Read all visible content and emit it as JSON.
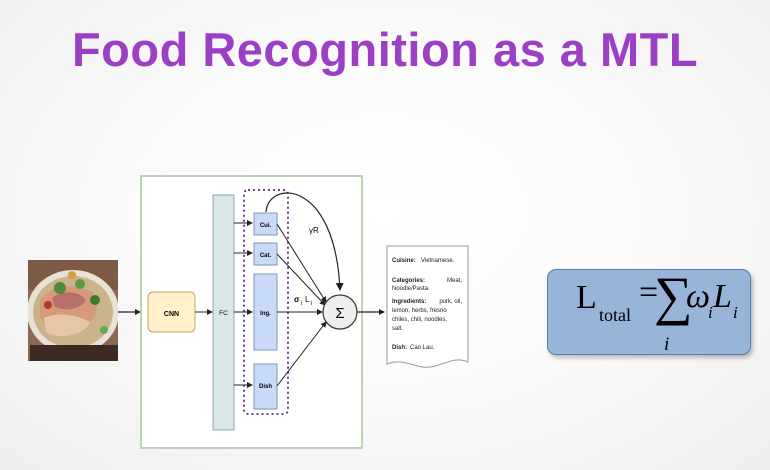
{
  "slide": {
    "title": "Food Recognition as a MTL"
  },
  "diagram": {
    "cnn_label": "CNN",
    "fc_label": "FC",
    "task_boxes": [
      "Cui.",
      "Cat.",
      "Ing.",
      "Dish"
    ],
    "sum_symbol": "Σ",
    "gamma_label": "γR",
    "sigma_label": "σ",
    "l_label": "L",
    "i_sub": "i",
    "food_image": "bowl of noodles with pork, herbs and greens"
  },
  "output_doc": {
    "cuisine_key": "Cuisine:",
    "cuisine_val": "Vietnamese.",
    "categories_key": "Categories:",
    "categories_val": "Meat,",
    "categories_val2": "Noodle/Pasta.",
    "ingredients_key": "Ingredients:",
    "ingredients_l1": "pork, oil,",
    "ingredients_l2": "lemon, herbs, fresno",
    "ingredients_l3": "chiles, chili, noodles,",
    "ingredients_l4": "salt.",
    "dish_key": "Dish:",
    "dish_val": "Cao Lau."
  },
  "formula": {
    "L": "L",
    "total": "total",
    "eq": "=",
    "sum": "∑",
    "omega": "ω",
    "i": "i",
    "L2": "L",
    "i2": "i",
    "isub": "i"
  },
  "colors": {
    "title": "#9b3fc4",
    "fc_bar": "#d9e7e9",
    "task_box": "#c9daf8",
    "cnn_box": "#fff1c9",
    "frame_border": "#bcd5b0",
    "formula_bg": "#98b4d9"
  }
}
